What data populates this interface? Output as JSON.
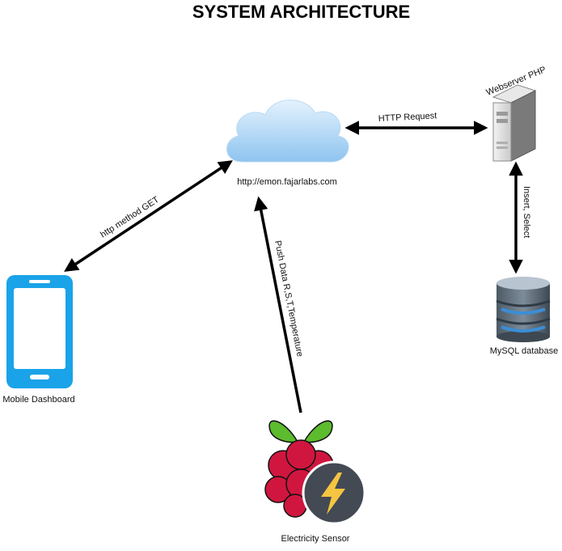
{
  "diagram": {
    "title": "SYSTEM ARCHITECTURE",
    "nodes": {
      "cloud": {
        "label": "http://emon.fajarlabs.com",
        "icon": "cloud-icon"
      },
      "webserver": {
        "label": "Webserver PHP",
        "icon": "server-icon"
      },
      "database": {
        "label": "MySQL database",
        "icon": "database-icon"
      },
      "mobile": {
        "label": "Mobile Dashboard",
        "icon": "smartphone-icon"
      },
      "sensor": {
        "label": "Electricity Sensor",
        "icon": "raspberry-pi-icon"
      }
    },
    "edges": {
      "http_request": "HTTP Request",
      "insert_select": "Insert, Select",
      "http_get": "http method GET",
      "push_data": "Push Data R,S,T,Temperature"
    },
    "colors": {
      "cloud": "#a8d4f5",
      "phone": "#1aa3e8",
      "server": "#5f6368",
      "database": "#5a6b7a",
      "database_accent": "#3b8ed6",
      "berry": "#d0163f",
      "leaf": "#5dbb2e",
      "bolt_circle": "#434a54",
      "bolt": "#f5c542"
    }
  }
}
